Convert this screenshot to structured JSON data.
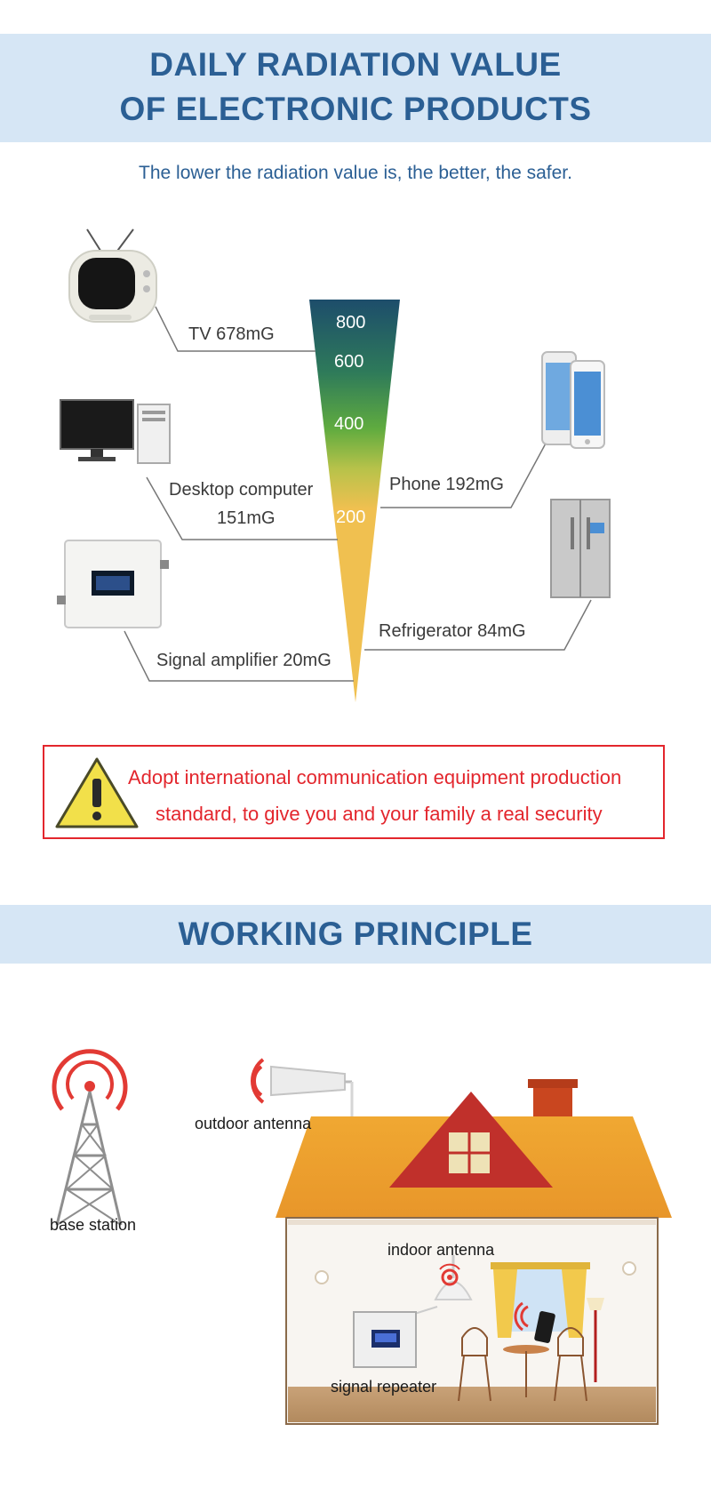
{
  "header": {
    "title_line1": "DAILY RADIATION VALUE",
    "title_line2": "OF ELECTRONIC PRODUCTS",
    "subtitle": "The lower the radiation value is, the better, the safer."
  },
  "scale": {
    "ticks": [
      "800",
      "600",
      "400",
      "200"
    ],
    "colors": {
      "top": "#1d4d6b",
      "mid": "#4aa14a",
      "bottom": "#f0c050"
    }
  },
  "products": {
    "tv": "TV  678mG",
    "desktop_line1": "Desktop computer",
    "desktop_line2": "151mG",
    "amplifier": "Signal amplifier 20mG",
    "phone": "Phone 192mG",
    "fridge": "Refrigerator  84mG"
  },
  "warning": {
    "line1": "Adopt international communication equipment production",
    "line2": "standard, to give you and your family a real security",
    "color": "#e3262d"
  },
  "principle": {
    "title": "WORKING PRINCIPLE",
    "base_station": "base station",
    "outdoor_antenna": "outdoor antenna",
    "indoor_antenna": "indoor antenna",
    "signal_repeater": "signal repeater"
  }
}
